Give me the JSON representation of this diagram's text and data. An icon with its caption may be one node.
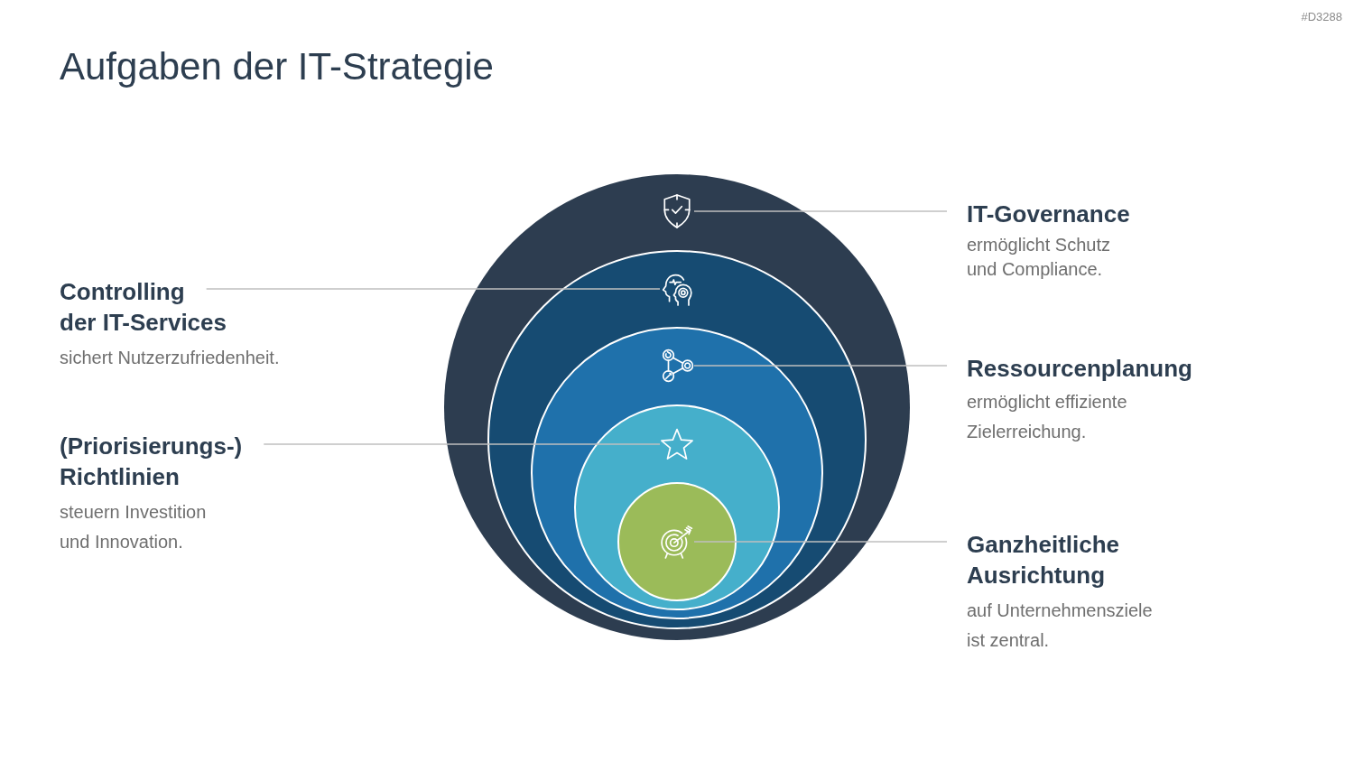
{
  "diagram": {
    "title": "Aufgaben der IT-Strategie",
    "nodes": [
      {
        "text": [],
        "shape": "circle"
      },
      {
        "text": [],
        "shape": "picture",
        "in": 0
      },
      {
        "text": [],
        "shape": "circle",
        "in": 0
      },
      {
        "text": [],
        "shape": "picture",
        "in": 2
      },
      {
        "text": [],
        "shape": "circle",
        "in": 2
      },
      {
        "text": [],
        "shape": "picture",
        "in": 4
      },
      {
        "text": [],
        "shape": "circle",
        "in": 4
      },
      {
        "text": [],
        "shape": "picture",
        "in": 6
      },
      {
        "text": [],
        "shape": "circle",
        "in": 6
      },
      {
        "text": [],
        "shape": "picture",
        "in": 8
      },
      {
        "text": [
          "IT-Governance",
          "ermöglicht Schutz und Compliance."
        ]
      },
      {
        "text": [
          "Controlling der IT-Services",
          "sichert Nutzerzufriedenheit."
        ]
      },
      {
        "text": [
          "Ressourcenplanung",
          "ermöglicht effiziente Zielerreichung."
        ]
      },
      {
        "text": [
          "(Priorisierungs-) Richtlinien",
          "steuern Investition und Innovation."
        ]
      },
      {
        "text": [
          "Ganzheitliche Ausrichtung",
          "auf Unternehmensziele ist zentral."
        ]
      }
    ],
    "edges": [
      {
        "from": 10,
        "to": 1,
        "arrow": "none"
      },
      {
        "from": 11,
        "to": 3,
        "arrow": "none"
      },
      {
        "from": 12,
        "to": 5,
        "arrow": "none"
      },
      {
        "from": 13,
        "to": 7,
        "arrow": "none"
      },
      {
        "from": 14,
        "to": 9,
        "arrow": "none"
      }
    ],
    "labels": [
      "#D3288"
    ]
  }
}
